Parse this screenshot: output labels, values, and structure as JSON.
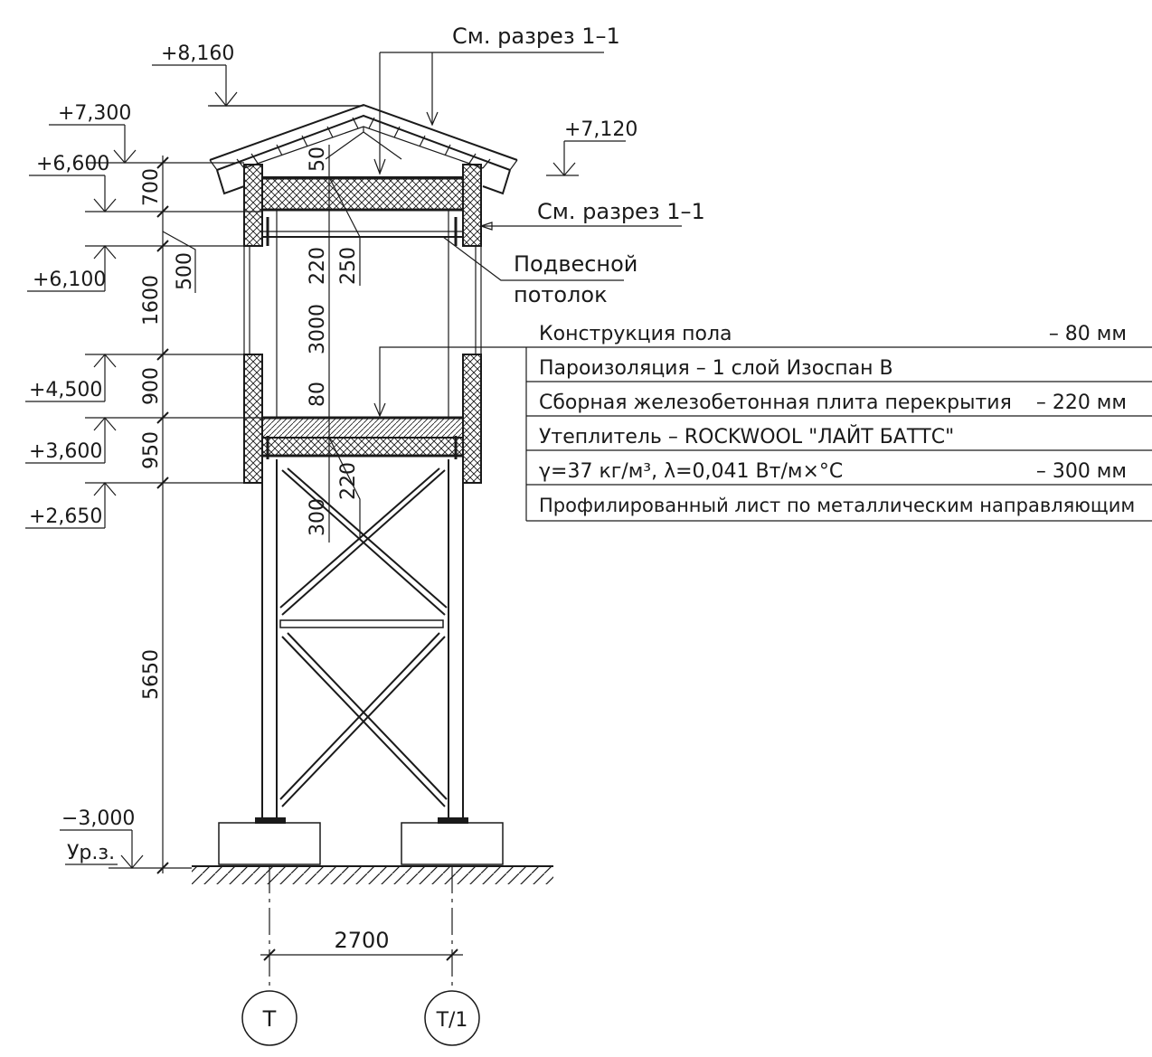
{
  "elevations": {
    "roof_top": "+8,160",
    "eave_left": "+7,300",
    "eave_right": "+7,120",
    "top_wall": "+6,600",
    "ceiling": "+6,100",
    "window_top": "+4,500",
    "floor_top": "+3,600",
    "floor_bottom": "+2,650",
    "ground": "−3,000",
    "ground_label": "Ур.з."
  },
  "dimensions": {
    "d700": "700",
    "d1600": "1600",
    "d900": "900",
    "d950": "950",
    "d5650": "5650",
    "d500": "500",
    "d50": "50",
    "d220a": "220",
    "d250": "250",
    "d3000": "3000",
    "d80": "80",
    "d220b": "220",
    "d300": "300",
    "d2700": "2700"
  },
  "callouts": {
    "section_top": "См. разрез 1–1",
    "section_side": "См. разрез 1–1",
    "ceiling_line1": "Подвесной",
    "ceiling_line2": "потолок"
  },
  "floor_layers": [
    {
      "text": "Конструкция пола",
      "value": "– 80 мм"
    },
    {
      "text": "Пароизоляция – 1 слой Изоспан В",
      "value": ""
    },
    {
      "text": "Сборная железобетонная плита перекрытия",
      "value": "– 220 мм"
    },
    {
      "text": "Утеплитель – ROCKWOOL \"ЛАЙТ БАТТС\"",
      "value": ""
    },
    {
      "text": "γ=37 кг/м³, λ=0,041 Вт/м×°С",
      "value": "– 300 мм"
    },
    {
      "text": "Профилированный лист по металлическим направляющим",
      "value": ""
    }
  ],
  "axes": {
    "left": "Т",
    "right": "Т/1"
  }
}
